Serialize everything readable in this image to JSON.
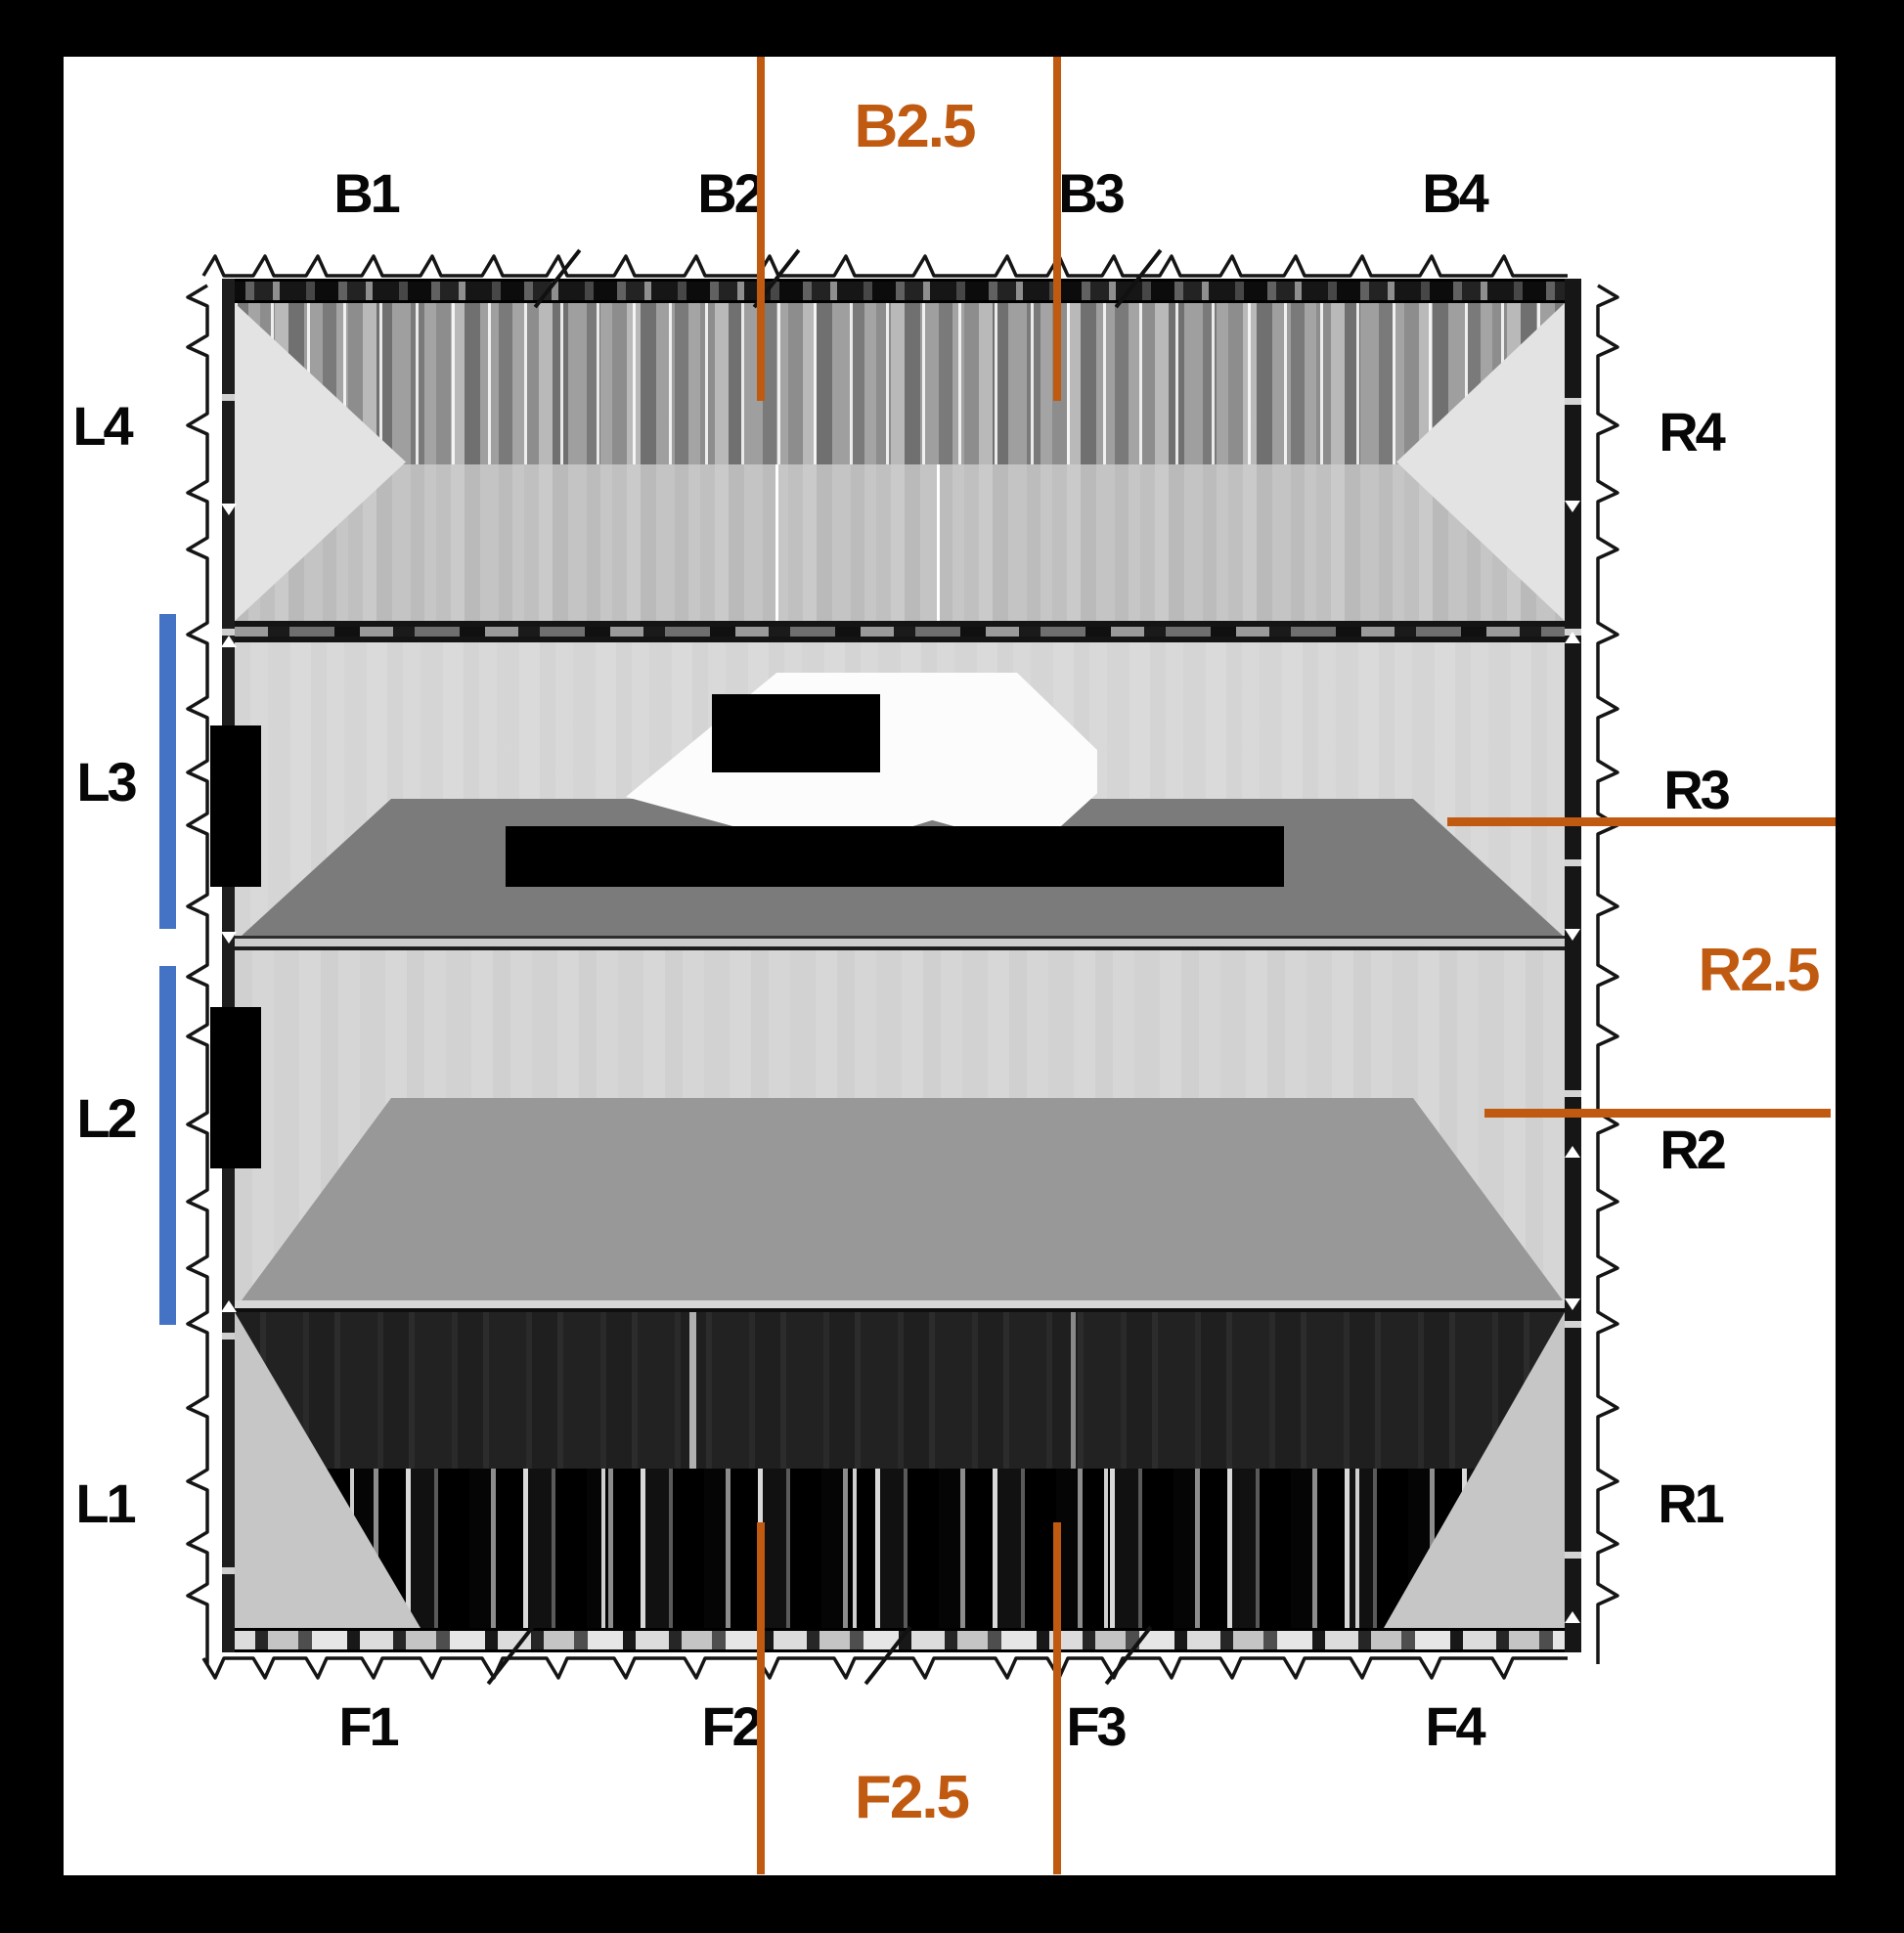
{
  "drawing": {
    "grid_labels": {
      "top": [
        "B1",
        "B2",
        "B3",
        "B4"
      ],
      "bottom": [
        "F1",
        "F2",
        "F3",
        "F4"
      ],
      "left": [
        "L4",
        "L3",
        "L2",
        "L1"
      ],
      "right": [
        "R4",
        "R3",
        "R2",
        "R1"
      ]
    },
    "section_markers": {
      "top": "B2.5",
      "bottom": "F2.5",
      "right": "R2.5"
    },
    "colors": {
      "marker_orange": "#C05A11",
      "highlight_blue": "#4472C4",
      "roof_plane_dark": "#7b7b7b",
      "roof_plane_mid": "#989898",
      "roof_plane_light": "#d8d8d8",
      "front_plane_charcoal": "#262626"
    }
  }
}
